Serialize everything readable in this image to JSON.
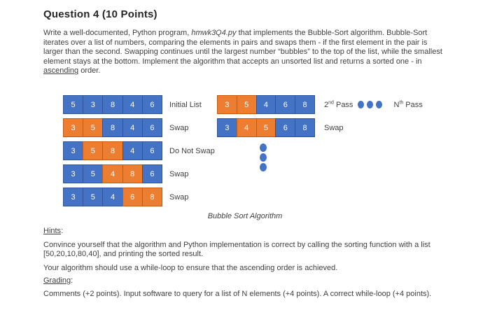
{
  "title": "Question 4 (10 Points)",
  "intro": {
    "line1_pre": "Write a well-documented, Python program, ",
    "line1_italic": "hmwk3Q4.py",
    "line1_post": " that implements the Bubble-Sort algorithm. Bubble-Sort",
    "line2": "iterates over a list of numbers, comparing the elements in pairs and swaps them - if the first element in the pair is",
    "line3": "larger than the second. Swapping continues until the largest number “bubbles” to the top of the list, while the smallest",
    "line4": "element stays at the bottom. Implement the algorithm that accepts an unsorted list and returns a sorted one - in",
    "line5_underlined": "ascending",
    "line5_post": " order."
  },
  "diagram": {
    "colors": {
      "blue": "#4472C4",
      "blue_border": "#2F5597",
      "orange": "#ED7D31",
      "orange_border": "#C55A11"
    },
    "left_rows": [
      {
        "label_pre": "Initial List",
        "label_sup": "",
        "label_post": "",
        "cells": [
          {
            "value": "5",
            "color": "blue"
          },
          {
            "value": "3",
            "color": "blue"
          },
          {
            "value": "8",
            "color": "blue"
          },
          {
            "value": "4",
            "color": "blue"
          },
          {
            "value": "6",
            "color": "blue"
          }
        ]
      },
      {
        "label_pre": "Swap",
        "label_sup": "",
        "label_post": "",
        "cells": [
          {
            "value": "3",
            "color": "orange"
          },
          {
            "value": "5",
            "color": "orange"
          },
          {
            "value": "8",
            "color": "blue"
          },
          {
            "value": "4",
            "color": "blue"
          },
          {
            "value": "6",
            "color": "blue"
          }
        ]
      },
      {
        "label_pre": "Do Not Swap",
        "label_sup": "",
        "label_post": "",
        "cells": [
          {
            "value": "3",
            "color": "blue"
          },
          {
            "value": "5",
            "color": "orange"
          },
          {
            "value": "8",
            "color": "orange"
          },
          {
            "value": "4",
            "color": "blue"
          },
          {
            "value": "6",
            "color": "blue"
          }
        ]
      },
      {
        "label_pre": "Swap",
        "label_sup": "",
        "label_post": "",
        "cells": [
          {
            "value": "3",
            "color": "blue"
          },
          {
            "value": "5",
            "color": "blue"
          },
          {
            "value": "4",
            "color": "orange"
          },
          {
            "value": "8",
            "color": "orange"
          },
          {
            "value": "6",
            "color": "blue"
          }
        ]
      },
      {
        "label_pre": "Swap",
        "label_sup": "",
        "label_post": "",
        "cells": [
          {
            "value": "3",
            "color": "blue"
          },
          {
            "value": "5",
            "color": "blue"
          },
          {
            "value": "4",
            "color": "blue"
          },
          {
            "value": "6",
            "color": "orange"
          },
          {
            "value": "8",
            "color": "orange"
          }
        ]
      }
    ],
    "right_rows": [
      {
        "label_pre": "2",
        "label_sup": "nd",
        "label_post": " Pass",
        "show_ellipsis_and_nth": true,
        "cells": [
          {
            "value": "3",
            "color": "orange"
          },
          {
            "value": "5",
            "color": "orange"
          },
          {
            "value": "4",
            "color": "blue"
          },
          {
            "value": "6",
            "color": "blue"
          },
          {
            "value": "8",
            "color": "blue"
          }
        ]
      },
      {
        "label_pre": "Swap",
        "label_sup": "",
        "label_post": "",
        "show_ellipsis_and_nth": false,
        "cells": [
          {
            "value": "3",
            "color": "blue"
          },
          {
            "value": "4",
            "color": "orange"
          },
          {
            "value": "5",
            "color": "orange"
          },
          {
            "value": "6",
            "color": "blue"
          },
          {
            "value": "8",
            "color": "blue"
          }
        ]
      }
    ],
    "nth_pass": {
      "pre": "N",
      "sup": "th",
      "post": " Pass"
    },
    "horizontal_ellipsis_dots": 3,
    "vertical_ellipsis_dots": 3,
    "caption": "Bubble Sort Algorithm"
  },
  "hints": {
    "label": "Hints",
    "suffix": ":",
    "line1": "Convince yourself that the algorithm and Python implementation is correct by calling the sorting function with a list",
    "line2": "[50,20,10,80,40], and printing the sorted result.",
    "while_line": "Your algorithm should use a while-loop to ensure that the ascending order is achieved."
  },
  "grading": {
    "label": "Grading",
    "suffix": ":",
    "comments_line": "Comments (+2 points). Input software to query for a list of N elements (+4 points). A correct while-loop (+4 points)."
  }
}
